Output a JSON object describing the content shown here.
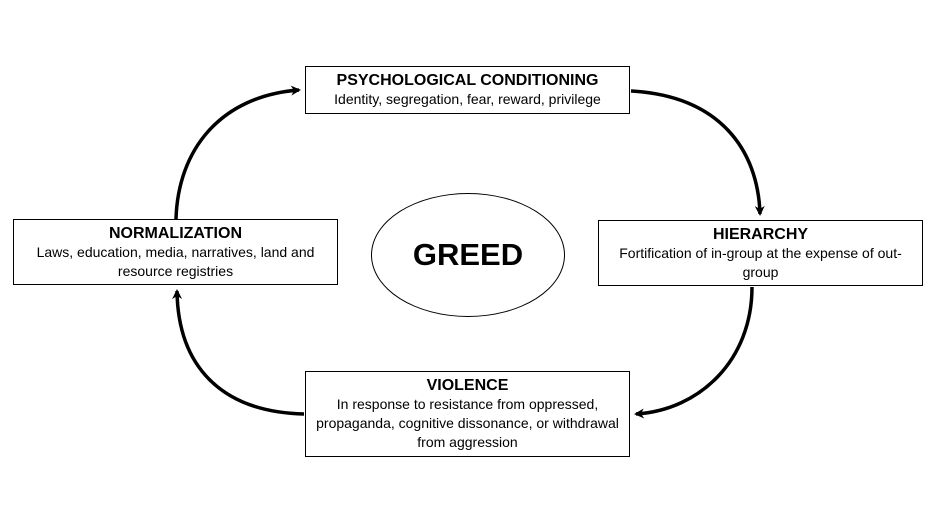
{
  "center": {
    "label": "GREED"
  },
  "boxes": {
    "psych": {
      "title": "PSYCHOLOGICAL CONDITIONING",
      "desc": "Identity, segregation, fear, reward, privilege"
    },
    "hierarchy": {
      "title": "HIERARCHY",
      "desc": "Fortification of in-group at the expense of out-group"
    },
    "violence": {
      "title": "VIOLENCE",
      "desc": "In response to resistance from oppressed, propaganda, cognitive dissonance, or withdrawal from aggression"
    },
    "normalization": {
      "title": "NORMALIZATION",
      "desc": "Laws, education, media, narratives, land and resource registries"
    }
  },
  "colors": {
    "stroke": "#000000",
    "background": "#ffffff"
  }
}
